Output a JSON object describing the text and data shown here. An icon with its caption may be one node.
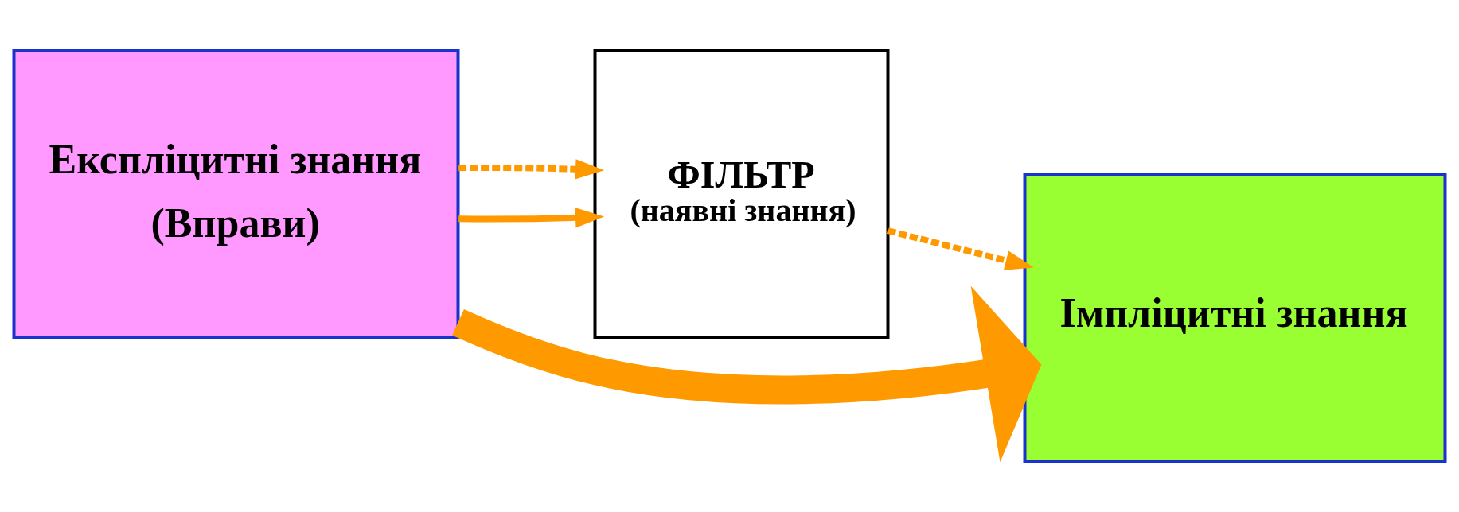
{
  "diagram": {
    "nodes": [
      {
        "text": [
          "Експліцитні знання",
          "(Вправи)"
        ]
      },
      {
        "text": [
          "ФІЛЬТР",
          "(наявні знання)"
        ]
      },
      {
        "text": [
          "Імпліцитні знання"
        ]
      }
    ],
    "edges": [
      {
        "from": 0,
        "to": 1,
        "arrow": "to"
      },
      {
        "from": 0,
        "to": 1,
        "arrow": "to",
        "style": "dashed"
      },
      {
        "from": 1,
        "to": 2,
        "arrow": "to",
        "style": "dashed"
      },
      {
        "from": 0,
        "to": 2,
        "arrow": "to",
        "style": "thick"
      }
    ]
  }
}
